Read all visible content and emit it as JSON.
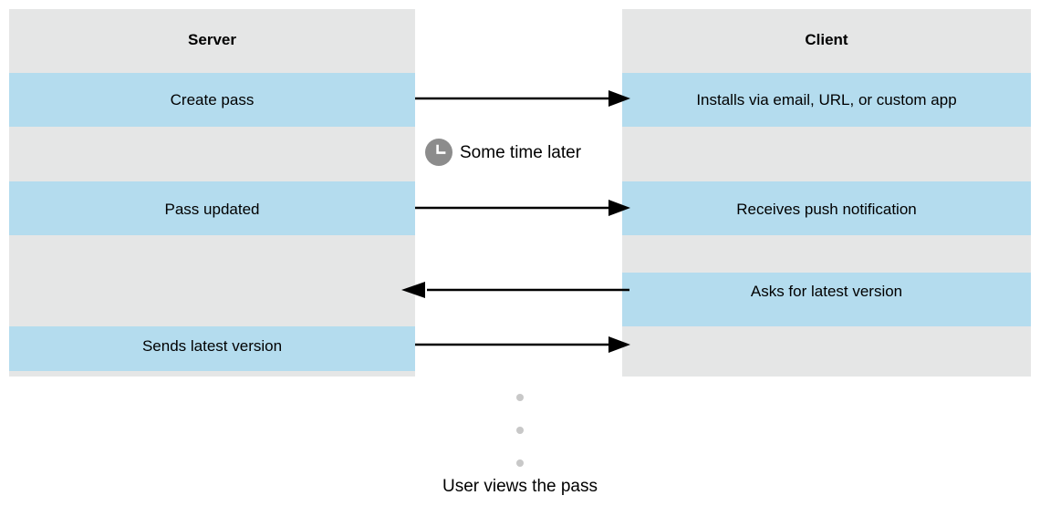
{
  "diagram": {
    "title_server": "Server",
    "title_client": "Client",
    "colors": {
      "band_gray": "#e5e6e6",
      "band_blue": "#b4dcee",
      "arrow": "#000000",
      "dot": "#c8c8c8",
      "clock": "#8c8c8c",
      "text": "#000000",
      "background": "#ffffff"
    },
    "server_lane": {
      "rows": [
        {
          "label": "Server",
          "fill": "gray",
          "header": true
        },
        {
          "label": "Create pass",
          "fill": "blue",
          "header": false
        },
        {
          "label": "",
          "fill": "gray",
          "header": false
        },
        {
          "label": "Pass updated",
          "fill": "blue",
          "header": false
        },
        {
          "label": "",
          "fill": "gray",
          "header": false
        },
        {
          "label": "Sends latest version",
          "fill": "blue",
          "header": false
        },
        {
          "label": "",
          "fill": "gray",
          "header": false
        }
      ]
    },
    "client_lane": {
      "rows": [
        {
          "label": "Client",
          "fill": "gray",
          "header": true
        },
        {
          "label": "Installs via email, URL, or custom app",
          "fill": "blue",
          "header": false
        },
        {
          "label": "",
          "fill": "gray",
          "header": false
        },
        {
          "label": "Receives push notification",
          "fill": "blue",
          "header": false
        },
        {
          "label": "",
          "fill": "gray",
          "header": false
        },
        {
          "label": "Asks for latest version",
          "fill": "blue",
          "header": false
        },
        {
          "label": "",
          "fill": "gray",
          "header": false
        }
      ]
    },
    "arrows": [
      {
        "name": "arrow-create-pass",
        "direction": "right"
      },
      {
        "name": "arrow-pass-updated",
        "direction": "right"
      },
      {
        "name": "arrow-asks-latest-version",
        "direction": "left"
      },
      {
        "name": "arrow-sends-latest-version",
        "direction": "right"
      }
    ],
    "time_note": {
      "icon": "clock-icon",
      "text": "Some time later"
    },
    "ellipsis_dots": 3,
    "caption": "User views the pass"
  }
}
